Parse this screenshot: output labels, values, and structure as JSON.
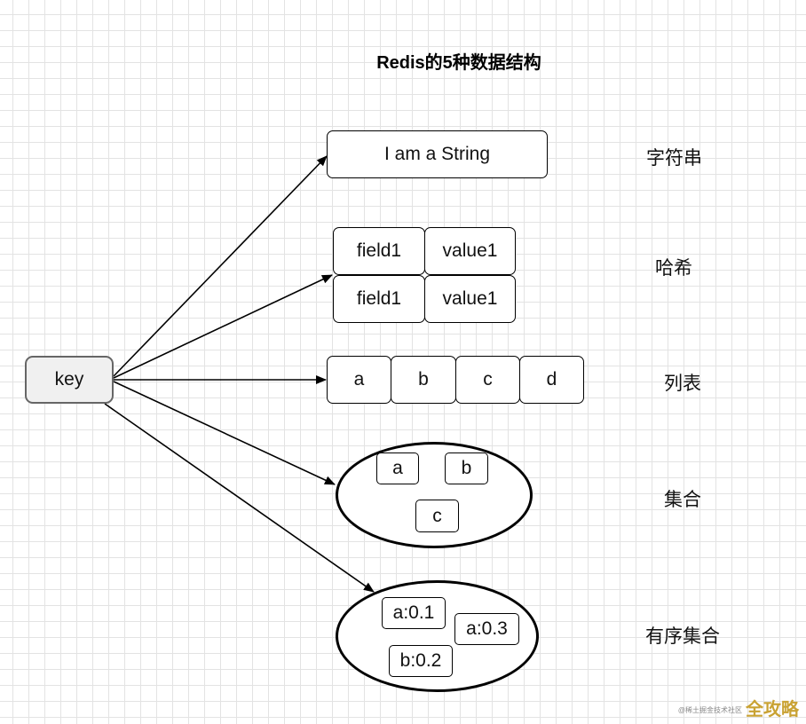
{
  "title": "Redis的5种数据结构",
  "key_label": "key",
  "string": {
    "value": "I am a String",
    "label": "字符串"
  },
  "hash": {
    "rows": [
      {
        "field": "field1",
        "value": "value1"
      },
      {
        "field": "field1",
        "value": "value1"
      }
    ],
    "label": "哈希"
  },
  "list": {
    "items": [
      "a",
      "b",
      "c",
      "d"
    ],
    "label": "列表"
  },
  "set": {
    "items": [
      "a",
      "b",
      "c"
    ],
    "label": "集合"
  },
  "zset": {
    "items": [
      "a:0.1",
      "a:0.3",
      "b:0.2"
    ],
    "label": "有序集合"
  },
  "watermark": {
    "small": "@稀土掘金技术社区",
    "brand": "全攻略"
  },
  "colors": {
    "key_fill": "#f0f0f0",
    "key_border": "#666666",
    "grid": "#e3e3e3",
    "watermark": "#c9a233"
  }
}
